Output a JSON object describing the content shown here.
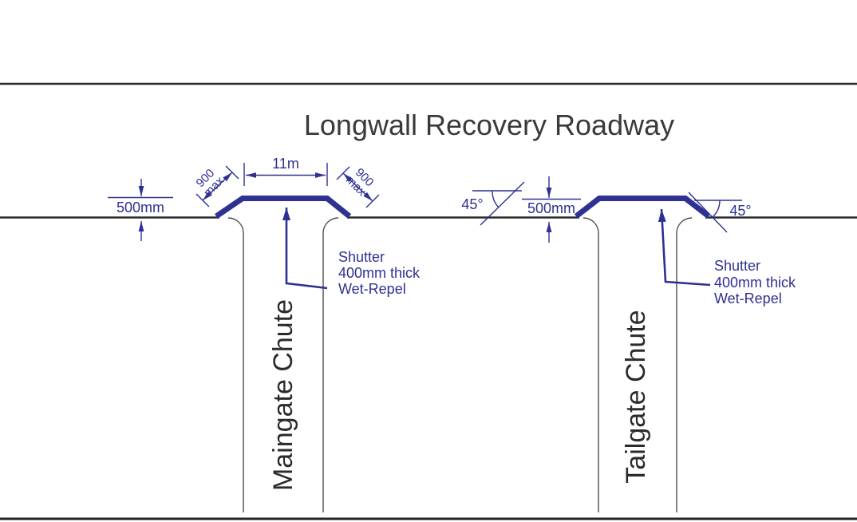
{
  "title": "Longwall Recovery Roadway",
  "colors": {
    "annotation_blue": "#2e3192",
    "outline_black": "#2b2b2d",
    "wall_gray": "#4c4c4e",
    "title_gray": "#3a3a3c"
  },
  "labels": {
    "maingate": "Maingate Chute",
    "tailgate": "Tailgate Chute"
  },
  "annotations": {
    "recess_depth_left": "500mm",
    "recess_depth_right": "500mm",
    "top_width": "11m",
    "slope_left": {
      "value": "900",
      "qualifier": "max"
    },
    "slope_right": {
      "value": "900",
      "qualifier": "max"
    },
    "angle_left": "45°",
    "angle_right": "45°"
  },
  "notes": {
    "maingate_shutter": {
      "line1": "Shutter",
      "line2": "400mm thick",
      "line3": "Wet-Repel"
    },
    "tailgate_shutter": {
      "line1": "Shutter",
      "line2": "400mm thick",
      "line3": "Wet-Repel"
    }
  }
}
